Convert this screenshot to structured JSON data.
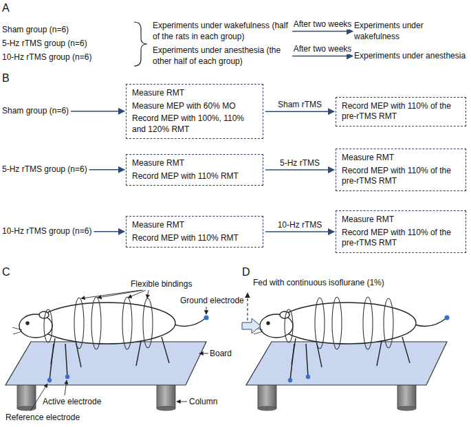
{
  "diagram": {
    "nodes": [
      {
        "text": [
          "Sham group (n=6)"
        ]
      },
      {
        "text": [
          "5-Hz rTMS group (n=6)"
        ]
      },
      {
        "text": [
          "10-Hz rTMS group (n=6)"
        ]
      },
      {
        "text": [
          "Experiments under wakefulness (half of the rats in each group)"
        ]
      },
      {
        "text": [
          "Experiments under anesthesia (the other half of each group)"
        ]
      },
      {
        "text": [
          "Experiments under wakefulness"
        ]
      },
      {
        "text": [
          "Experiments under anesthesia"
        ]
      },
      {
        "text": [
          "Sham group (n=6)"
        ]
      },
      {
        "text": [
          "Measure RMT",
          "Measure MEP with 60% MO",
          "Record MEP with 100%, 110% and 120% RMT"
        ]
      },
      {
        "text": [
          "Record MEP with 110% of the pre-rTMS RMT"
        ]
      },
      {
        "text": [
          "5-Hz rTMS group (n=6)"
        ]
      },
      {
        "text": [
          "Measure RMT",
          "Record MEP with 110% RMT"
        ]
      },
      {
        "text": [
          "Measure RMT",
          "Record MEP with 110% of the pre-rTMS RMT"
        ]
      },
      {
        "text": [
          "10-Hz rTMS group (n=6)"
        ]
      },
      {
        "text": [
          "Measure RMT",
          "Record MEP with 110% RMT"
        ]
      },
      {
        "text": [
          "Measure RMT",
          "Record MEP with 110% of the pre-rTMS RMT"
        ]
      }
    ],
    "edges": [
      {
        "from": 3,
        "to": 5,
        "arrow": "to",
        "label": "After two weeks"
      },
      {
        "from": 4,
        "to": 6,
        "arrow": "to",
        "label": "After two weeks"
      },
      {
        "from": 7,
        "to": 8,
        "arrow": "to"
      },
      {
        "from": 8,
        "to": 9,
        "arrow": "to",
        "label": "Sham rTMS"
      },
      {
        "from": 10,
        "to": 11,
        "arrow": "to"
      },
      {
        "from": 11,
        "to": 12,
        "arrow": "to",
        "label": "5-Hz rTMS"
      },
      {
        "from": 13,
        "to": 14,
        "arrow": "to"
      },
      {
        "from": 14,
        "to": 15,
        "arrow": "to",
        "label": "10-Hz rTMS"
      }
    ],
    "labels": [
      "A",
      "B",
      "C",
      "D",
      "Flexible bindings",
      "Ground electrode",
      "Board",
      "Column",
      "Active electrode",
      "Reference electrode",
      "Fed with continuous isoflurane (1%)"
    ]
  }
}
